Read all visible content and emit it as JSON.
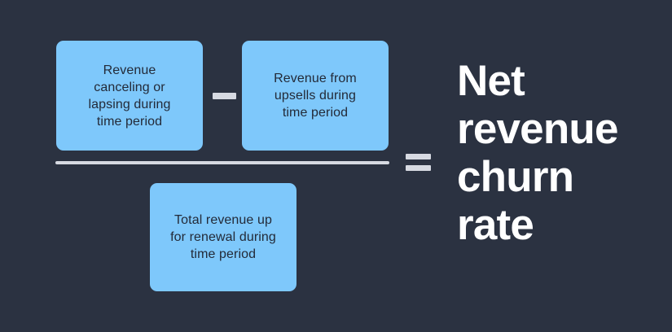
{
  "theme": {
    "background_color": "#2b3241",
    "box_color": "#7ec8fb",
    "box_text_color": "#232a38",
    "operator_color": "#d7dae2",
    "result_text_color": "#ffffff"
  },
  "formula": {
    "numerator": {
      "left_term": "Revenue\ncanceling or\nlapsing during\ntime period",
      "operator": "minus-sign",
      "right_term": "Revenue from\nupsells during\ntime period"
    },
    "fraction_bar": "fraction-bar",
    "denominator": {
      "term": "Total revenue up\nfor renewal during\ntime period"
    },
    "equals": "equals-sign",
    "result": "Net\nrevenue\nchurn\nrate"
  }
}
